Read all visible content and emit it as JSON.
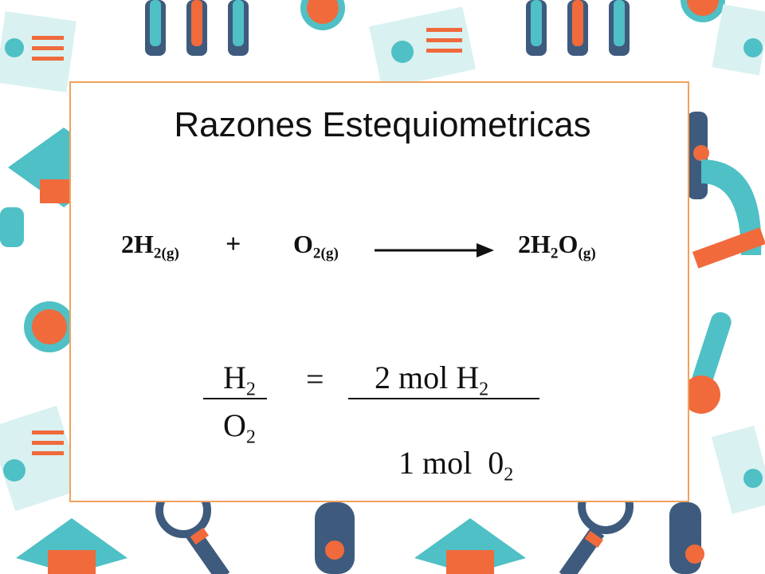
{
  "colors": {
    "border": "#f0a25e",
    "teal": "#4fc0c5",
    "orange": "#f06a3c",
    "navy": "#3e5b7e"
  },
  "slide": {
    "title": "Razones Estequiometricas",
    "reaction": {
      "r1_coef": "2H",
      "r1_sub": "2(g)",
      "plus": "+",
      "r2": "O",
      "r2_sub": "2(g)",
      "p_coef": "2H",
      "p_sub1": "2",
      "p_o": "O",
      "p_sub2": "(g)"
    },
    "ratio": {
      "num_left": "H",
      "num_left_sub": "2",
      "den_left": "O",
      "den_left_sub": "2",
      "equals": "=",
      "num_right": "2 mol H",
      "num_right_sub": "2",
      "den_right": "1 mol  0",
      "den_right_sub": "2"
    }
  }
}
